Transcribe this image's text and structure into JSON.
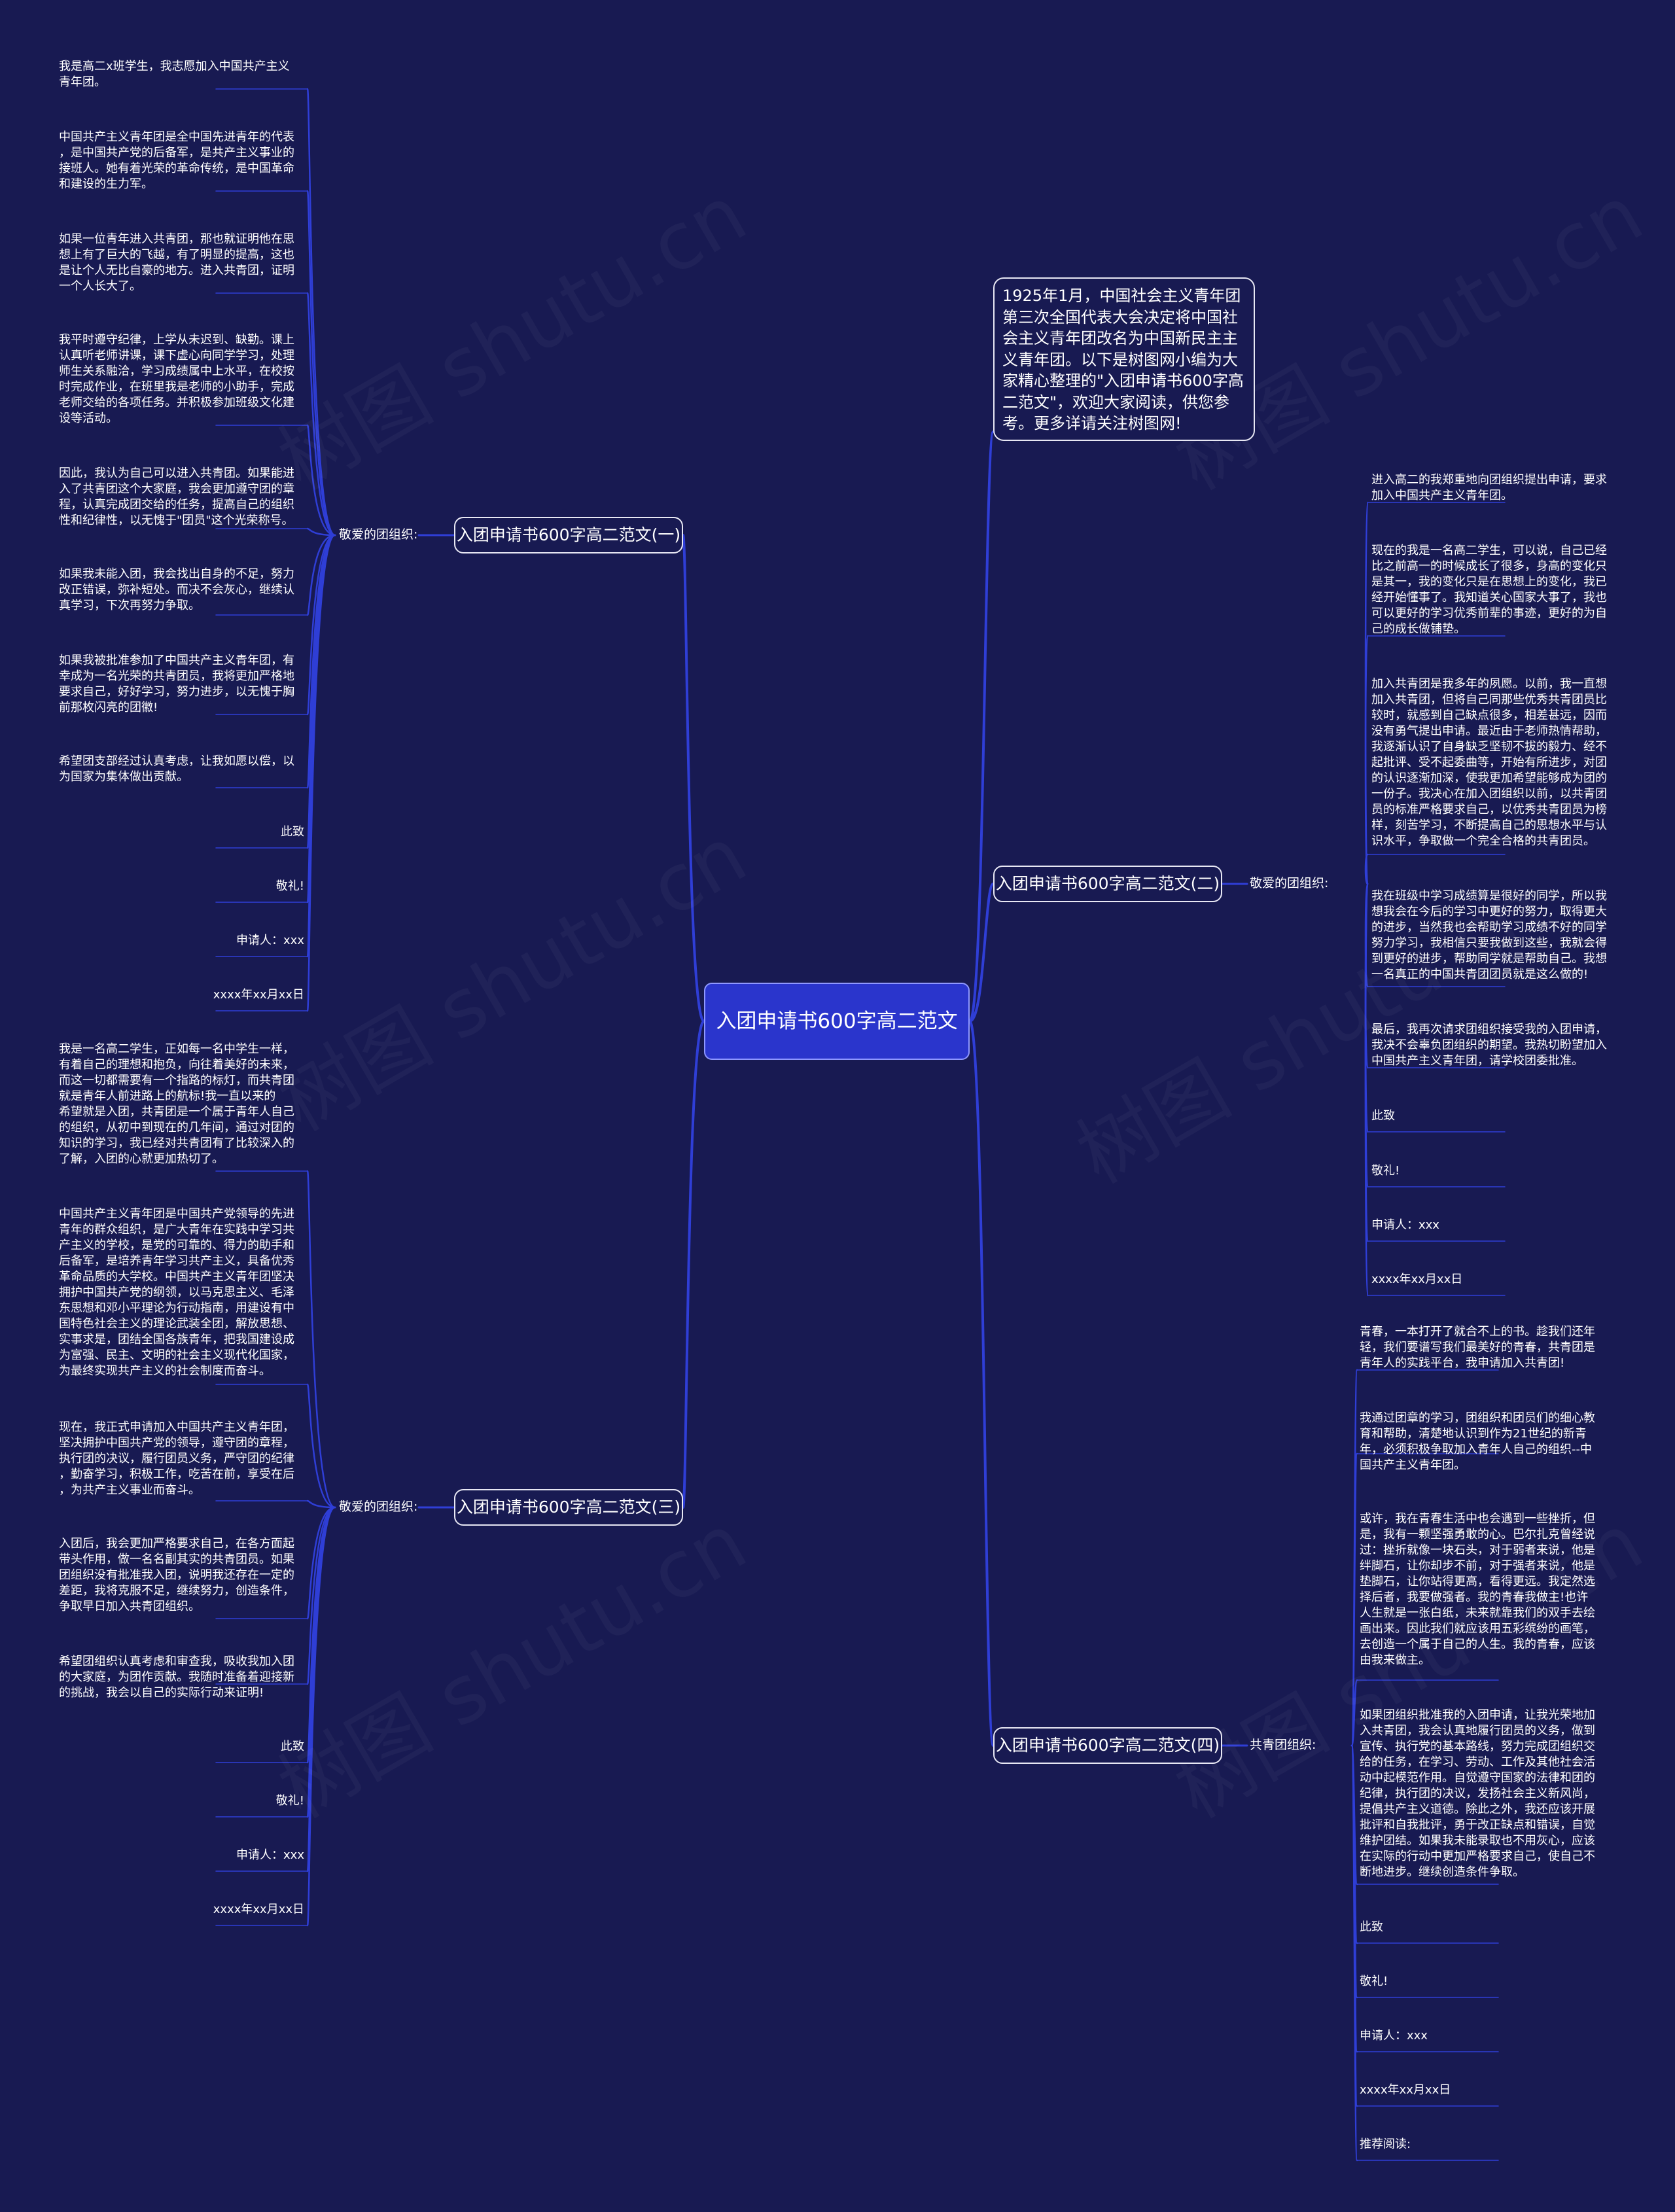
{
  "center": {
    "title": "入团申请书600字高二范文"
  },
  "intro": {
    "text": "1925年1月，中国社会主义青年团第三次全国代表大会决定将中国社会主义青年团改名为中国新民主主义青年团。以下是树图网小编为大家精心整理的\"入团申请书600字高二范文\"，欢迎大家阅读，供您参考。更多详请关注树图网!"
  },
  "watermark": "树图 shutu.cn",
  "colors": {
    "background": "#181a52",
    "center_fill": "#2a35cc",
    "link": "#2f3ed6",
    "node_border": "#e8e8f4"
  },
  "branches": [
    {
      "title": "入团申请书600字高二范文(一)",
      "salute": "敬爱的团组织:",
      "leaves": [
        "我是高二x班学生，我志愿加入中国共产主义\n青年团。",
        "中国共产主义青年团是全中国先进青年的代表\n，是中国共产党的后备军，是共产主义事业的\n接班人。她有着光荣的革命传统，是中国革命\n和建设的生力军。",
        "如果一位青年进入共青团，那也就证明他在思\n想上有了巨大的飞越，有了明显的提高，这也\n是让个人无比自豪的地方。进入共青团，证明\n一个人长大了。",
        "我平时遵守纪律，上学从未迟到、缺勤。课上\n认真听老师讲课，课下虚心向同学学习，处理\n师生关系融洽，学习成绩属中上水平，在校按\n时完成作业，在班里我是老师的小助手，完成\n老师交给的各项任务。并积极参加班级文化建\n设等活动。",
        "因此，我认为自己可以进入共青团。如果能进\n入了共青团这个大家庭，我会更加遵守团的章\n程，认真完成团交给的任务，提高自己的组织\n性和纪律性，以无愧于\"团员\"这个光荣称号。",
        "如果我未能入团，我会找出自身的不足，努力\n改正错误，弥补短处。而决不会灰心，继续认\n真学习，下次再努力争取。",
        "如果我被批准参加了中国共产主义青年团，有\n幸成为一名光荣的共青团员，我将更加严格地\n要求自己，好好学习，努力进步，以无愧于胸\n前那枚闪亮的团徽!",
        "希望团支部经过认真考虑，让我如愿以偿，以\n为国家为集体做出贡献。",
        "此致",
        "敬礼!",
        "申请人：xxx",
        "xxxx年xx月xx日"
      ]
    },
    {
      "title": "入团申请书600字高二范文(二)",
      "salute": "敬爱的团组织:",
      "leaves": [
        "进入高二的我郑重地向团组织提出申请，要求\n加入中国共产主义青年团。",
        "现在的我是一名高二学生，可以说，自己已经\n比之前高一的时候成长了很多，身高的变化只\n是其一，我的变化只是在思想上的变化，我已\n经开始懂事了。我知道关心国家大事了，我也\n可以更好的学习优秀前辈的事迹，更好的为自\n己的成长做铺垫。",
        "加入共青团是我多年的夙愿。以前，我一直想\n加入共青团，但将自己同那些优秀共青团员比\n较时，就感到自己缺点很多，相差甚远，因而\n没有勇气提出申请。最近由于老师热情帮助，\n我逐渐认识了自身缺乏坚韧不拔的毅力、经不\n起批评、受不起委曲等，开始有所进步，对团\n的认识逐渐加深，使我更加希望能够成为团的\n一份子。我决心在加入团组织以前，以共青团\n员的标准严格要求自己，以优秀共青团员为榜\n样，刻苦学习，不断提高自己的思想水平与认\n识水平，争取做一个完全合格的共青团员。",
        "我在班级中学习成绩算是很好的同学，所以我\n想我会在今后的学习中更好的努力，取得更大\n的进步，当然我也会帮助学习成绩不好的同学\n努力学习，我相信只要我做到这些，我就会得\n到更好的进步，帮助同学就是帮助自己。我想\n一名真正的中国共青团团员就是这么做的!",
        "最后，我再次请求团组织接受我的入团申请，\n我决不会辜负团组织的期望。我热切盼望加入\n中国共产主义青年团，请学校团委批准。",
        "此致",
        "敬礼!",
        "申请人：xxx",
        "xxxx年xx月xx日"
      ]
    },
    {
      "title": "入团申请书600字高二范文(三)",
      "salute": "敬爱的团组织:",
      "leaves": [
        "我是一名高二学生，正如每一名中学生一样，\n有着自己的理想和抱负，向往着美好的未来，\n而这一切都需要有一个指路的标灯，而共青团\n就是青年人前进路上的航标!我一直以来的\n希望就是入团，共青团是一个属于青年人自己\n的组织，从初中到现在的几年间，通过对团的\n知识的学习，我已经对共青团有了比较深入的\n了解，入团的心就更加热切了。",
        "中国共产主义青年团是中国共产党领导的先进\n青年的群众组织，是广大青年在实践中学习共\n产主义的学校，是党的可靠的、得力的助手和\n后备军，是培养青年学习共产主义，具备优秀\n革命品质的大学校。中国共产主义青年团坚决\n拥护中国共产党的纲领，以马克思主义、毛泽\n东思想和邓小平理论为行动指南，用建设有中\n国特色社会主义的理论武装全团，解放思想、\n实事求是，团结全国各族青年，把我国建设成\n为富强、民主、文明的社会主义现代化国家，\n为最终实现共产主义的社会制度而奋斗。",
        "现在，我正式申请加入中国共产主义青年团，\n坚决拥护中国共产党的领导，遵守团的章程，\n执行团的决议，履行团员义务，严守团的纪律\n，勤奋学习，积极工作，吃苦在前，享受在后\n，为共产主义事业而奋斗。",
        "入团后，我会更加严格要求自己，在各方面起\n带头作用，做一名名副其实的共青团员。如果\n团组织没有批准我入团，说明我还存在一定的\n差距，我将克服不足，继续努力，创造条件，\n争取早日加入共青团组织。",
        "希望团组织认真考虑和审查我，吸收我加入团\n的大家庭，为团作贡献。我随时准备着迎接新\n的挑战，我会以自己的实际行动来证明!",
        "此致",
        "敬礼!",
        "申请人：xxx",
        "xxxx年xx月xx日"
      ]
    },
    {
      "title": "入团申请书600字高二范文(四)",
      "salute": "共青团组织:",
      "leaves": [
        "青春，一本打开了就合不上的书。趁我们还年\n轻，我们要谱写我们最美好的青春，共青团是\n青年人的实践平台，我申请加入共青团!",
        "我通过团章的学习，团组织和团员们的细心教\n育和帮助，清楚地认识到作为21世纪的新青\n年，必须积极争取加入青年人自己的组织--中\n国共产主义青年团。",
        "或许，我在青春生活中也会遇到一些挫折，但\n是，我有一颗坚强勇敢的心。巴尔扎克曾经说\n过：挫折就像一块石头，对于弱者来说，他是\n绊脚石，让你却步不前，对于强者来说，他是\n垫脚石，让你站得更高，看得更远。我定然选\n择后者，我要做强者。我的青春我做主!也许\n人生就是一张白纸，未来就靠我们的双手去绘\n画出来。因此我们就应该用五彩缤纷的画笔，\n去创造一个属于自己的人生。我的青春，应该\n由我来做主。",
        "如果团组织批准我的入团申请，让我光荣地加\n入共青团，我会认真地履行团员的义务，做到\n宣传、执行党的基本路线，努力完成团组织交\n给的任务，在学习、劳动、工作及其他社会活\n动中起模范作用。自觉遵守国家的法律和团的\n纪律，执行团的决议，发扬社会主义新风尚，\n提倡共产主义道德。除此之外，我还应该开展\n批评和自我批评，勇于改正缺点和错误，自觉\n维护团结。如果我未能录取也不用灰心，应该\n在实际的行动中更加严格要求自己，使自己不\n断地进步。继续创造条件争取。",
        "此致",
        "敬礼!",
        "申请人：xxx",
        "xxxx年xx月xx日",
        "推荐阅读:"
      ]
    }
  ]
}
